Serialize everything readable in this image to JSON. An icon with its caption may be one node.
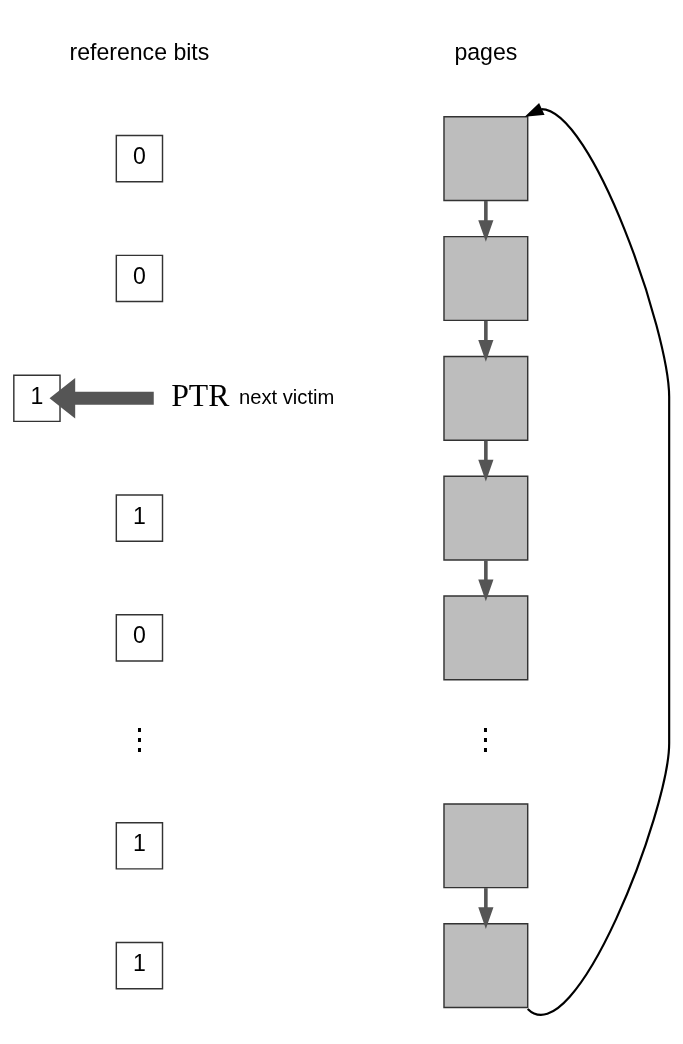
{
  "diagram": {
    "nodes": [
      {
        "text": [
          "0"
        ]
      },
      {
        "text": [
          "0"
        ]
      },
      {
        "text": [
          "1"
        ]
      },
      {
        "text": [
          "1"
        ]
      },
      {
        "text": [
          "0"
        ]
      },
      {
        "text": [
          "1"
        ]
      },
      {
        "text": [
          "1"
        ]
      },
      {
        "text": [],
        "shape": "box"
      },
      {
        "text": [],
        "shape": "box"
      },
      {
        "text": [],
        "shape": "box"
      },
      {
        "text": [],
        "shape": "box"
      },
      {
        "text": [],
        "shape": "box"
      },
      {
        "text": [],
        "shape": "box"
      },
      {
        "text": [],
        "shape": "box"
      },
      {
        "text": [
          "PTR",
          "next victim"
        ]
      }
    ],
    "edges": [
      {
        "from": 7,
        "to": 8,
        "arrow": "to"
      },
      {
        "from": 8,
        "to": 9,
        "arrow": "to"
      },
      {
        "from": 9,
        "to": 10,
        "arrow": "to"
      },
      {
        "from": 10,
        "to": 11,
        "arrow": "to"
      },
      {
        "from": 12,
        "to": 13,
        "arrow": "to"
      },
      {
        "from": 13,
        "to": 7,
        "arrow": "to",
        "color": "#000000"
      },
      {
        "from": 14,
        "to": 2,
        "arrow": "to",
        "style": "thick"
      }
    ],
    "labels": [
      "reference bits",
      "pages",
      "⋮",
      "⋮"
    ]
  }
}
